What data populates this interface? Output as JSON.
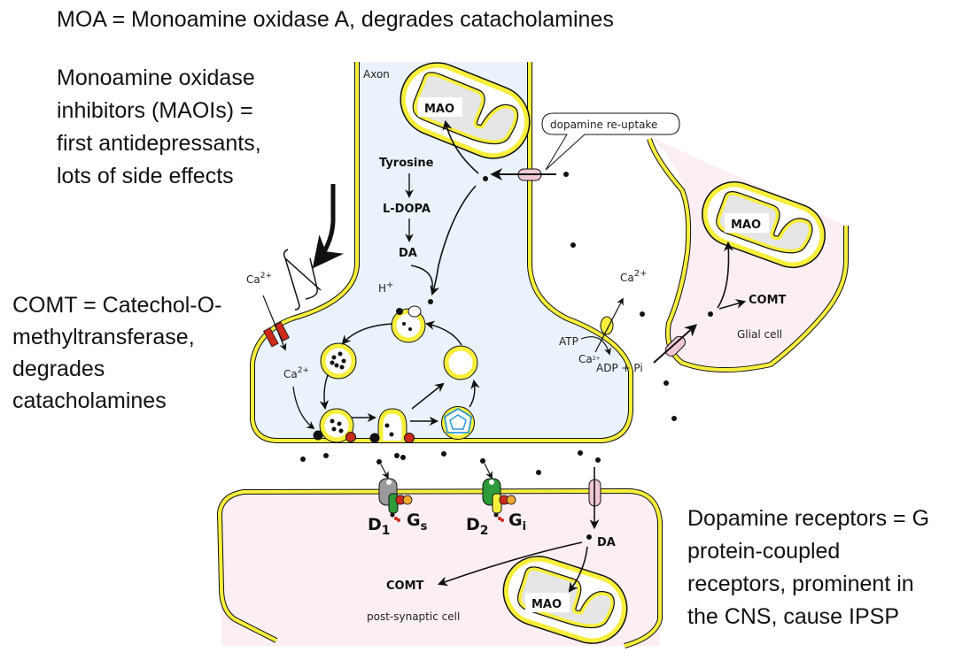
{
  "notes": {
    "moa": "MOA = Monoamine oxidase A, degrades catacholamines",
    "maoi": "Monoamine oxidase\ninhibitors (MAOIs) =\nfirst antidepressants,\nlots of side effects",
    "comt": "COMT =  Catechol-O-\nmethyltransferase,\ndegrades\ncatacholamines",
    "dopamine_receptors": "Dopamine receptors = G\nprotein-coupled\nreceptors, prominent in\nthe CNS, cause IPSP"
  },
  "diagram": {
    "axon_label": "Axon",
    "mao_label": "MAO",
    "reuptake_callout": "dopamine re-uptake",
    "synthesis": [
      "Tyrosine",
      "L-DOPA",
      "DA"
    ],
    "h_plus": "H",
    "h_plus_sup": "+",
    "ca": "Ca",
    "ca_sup": "2+",
    "atp": "ATP",
    "adp_pi": "ADP + Pi",
    "comt_label": "COMT",
    "glial_cell": "Glial cell",
    "postsynaptic_cell": "post-synaptic cell",
    "da_label": "DA",
    "receptors": [
      {
        "name": "D",
        "sub": "1",
        "g": "G",
        "gsub": "s"
      },
      {
        "name": "D",
        "sub": "2",
        "g": "G",
        "gsub": "i"
      }
    ]
  },
  "colors": {
    "membrane": "#f7ef3c",
    "axon_fill": "#eaf3fc",
    "cell_fill": "#fbeff4",
    "channel_red": "#cc2a1a",
    "transporter_pink": "#f0c8d4",
    "clathrin_blue": "#2a9ad8",
    "d2_green": "#2e9a3a",
    "d1_gray": "#9a9a9a"
  }
}
